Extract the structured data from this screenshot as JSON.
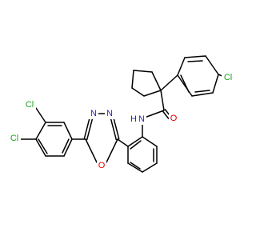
{
  "molecule": {
    "atom_labels": [
      {
        "id": "cl-para",
        "text": "Cl",
        "element": "Cl"
      },
      {
        "id": "cl-meta",
        "text": "Cl",
        "element": "Cl"
      },
      {
        "id": "cl-para-dcp",
        "text": "Cl",
        "element": "Cl"
      },
      {
        "id": "n3",
        "text": "N",
        "element": "N"
      },
      {
        "id": "n4",
        "text": "N",
        "element": "N"
      },
      {
        "id": "o1",
        "text": "O",
        "element": "O"
      },
      {
        "id": "nh",
        "text": "N",
        "element": "N"
      },
      {
        "id": "hn",
        "text": "H",
        "element": "H"
      },
      {
        "id": "o-carbonyl",
        "text": "O",
        "element": "O"
      }
    ]
  },
  "colors": {
    "Cl": "#1fa01f",
    "N": "#1f1fd0",
    "O": "#e00000",
    "bond": "#000000"
  }
}
